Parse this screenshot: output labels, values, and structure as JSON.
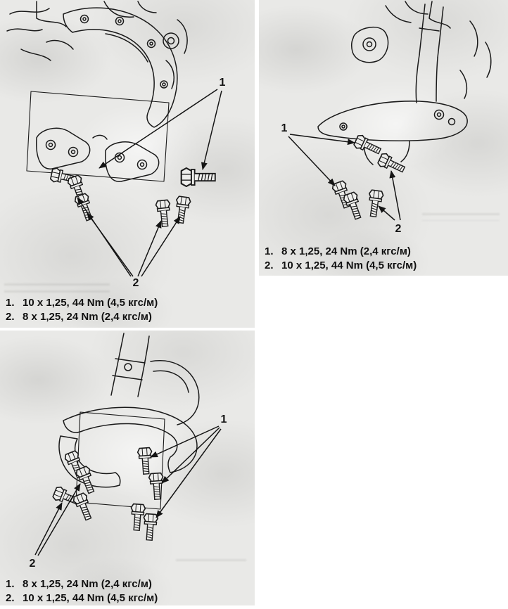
{
  "page": {
    "background": "#ffffff",
    "ink": "#1a1a1a",
    "paper_tint": "#e9e9e7"
  },
  "figures": [
    {
      "callouts": {
        "c1": "1",
        "c2": "2"
      },
      "caption": [
        {
          "num": "1.",
          "text": "10 x 1,25, 44 Nm (4,5 кгс/м)"
        },
        {
          "num": "2.",
          "text": "8 x 1,25, 24 Nm (2,4 кгс/м)"
        }
      ]
    },
    {
      "callouts": {
        "c1": "1",
        "c2": "2"
      },
      "caption": [
        {
          "num": "1.",
          "text": "8 x 1,25, 24 Nm (2,4 кгс/м)"
        },
        {
          "num": "2.",
          "text": "10 x 1,25, 44 Nm (4,5 кгс/м)"
        }
      ]
    },
    {
      "callouts": {
        "c1": "1",
        "c2": "2"
      },
      "caption": [
        {
          "num": "1.",
          "text": "8 x 1,25, 24 Nm (2,4 кгс/м)"
        },
        {
          "num": "2.",
          "text": "10 x 1,25, 44 Nm (4,5 кгс/м)"
        }
      ]
    }
  ]
}
